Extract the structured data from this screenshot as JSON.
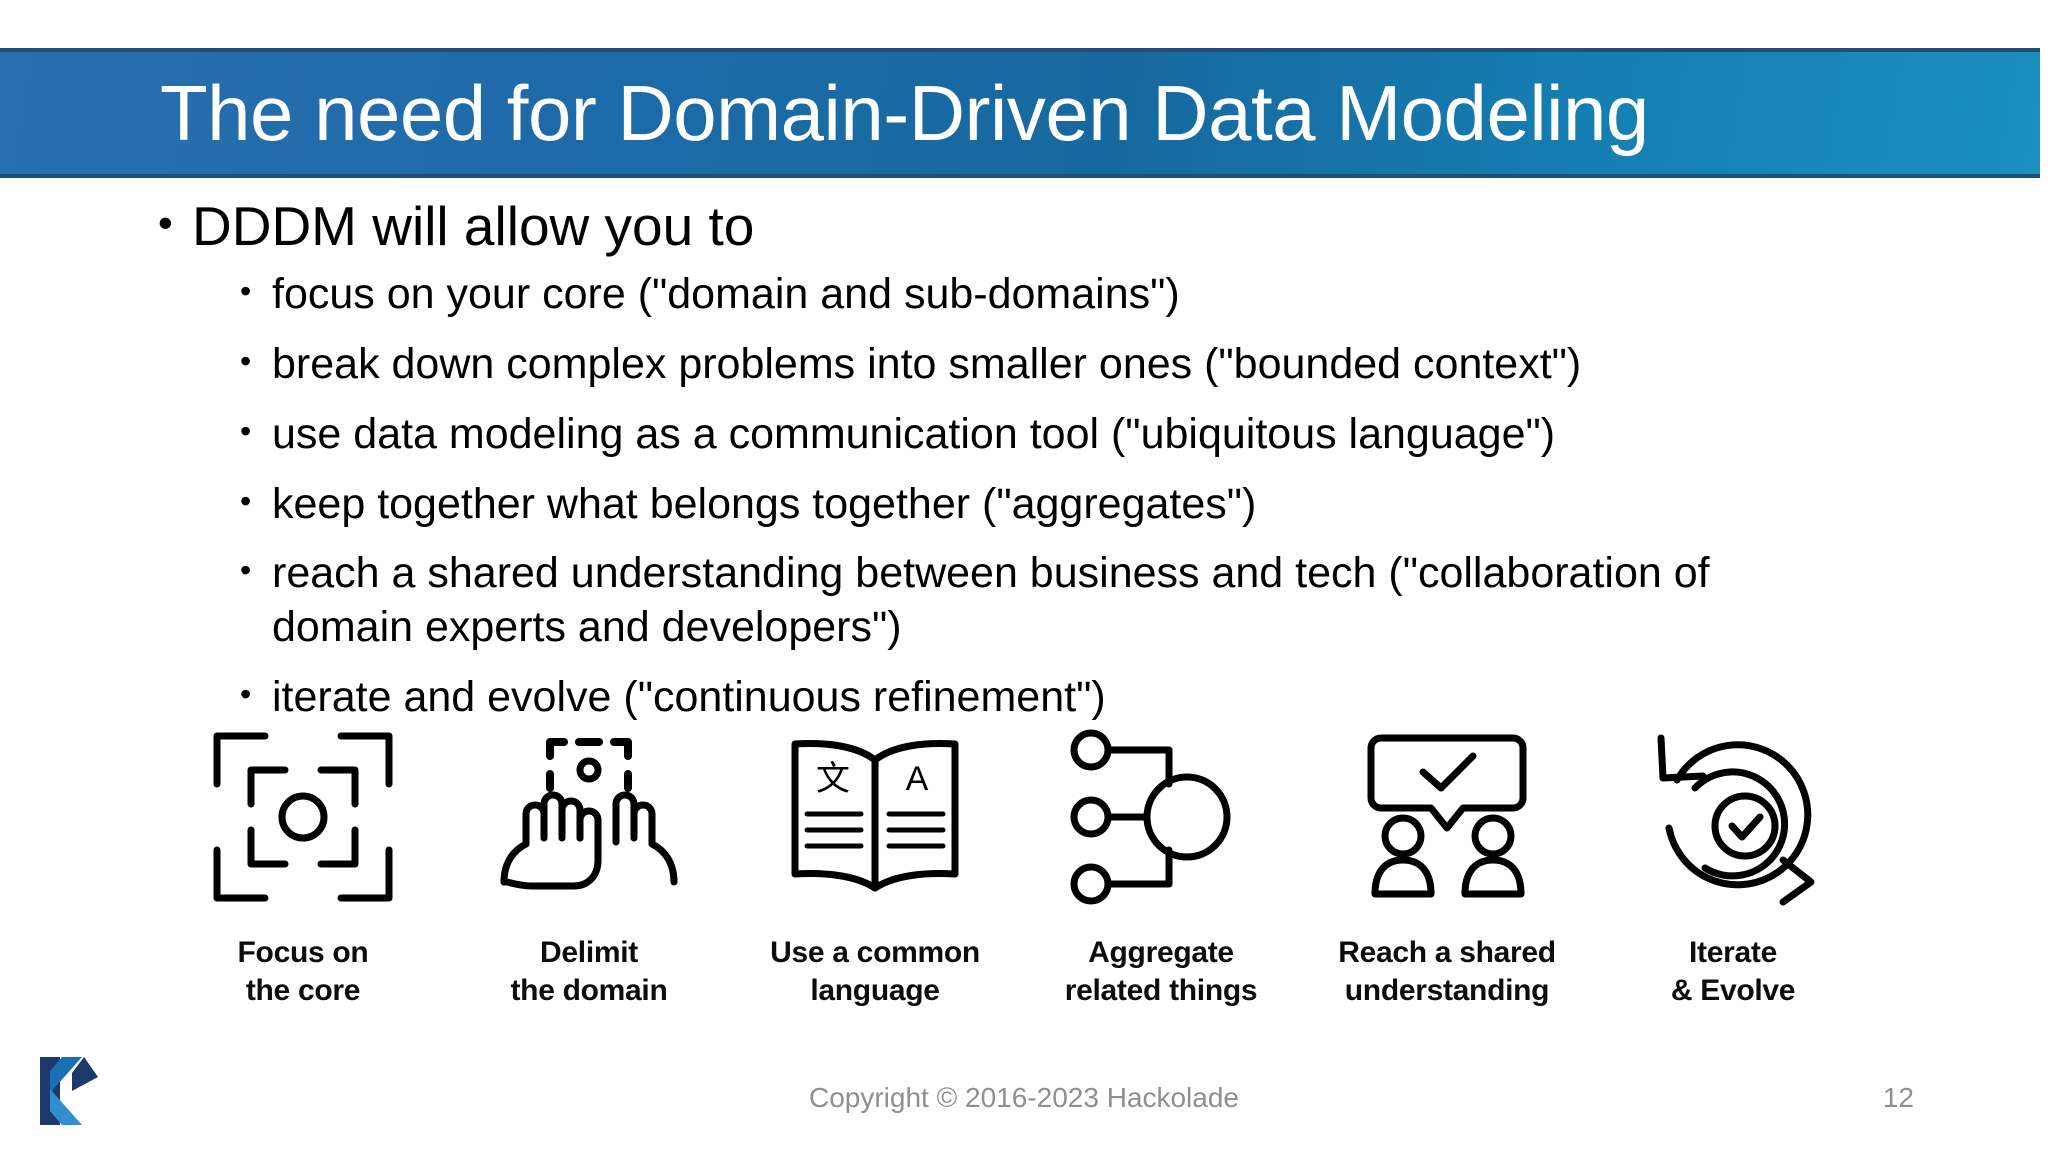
{
  "slide": {
    "title": "The need for Domain-Driven Data Modeling",
    "accent_color": "#1f6fab",
    "title_border_color": "#1f4e79",
    "bullet_glyph": "•"
  },
  "content": {
    "lead_bullet": "DDDM will allow you to",
    "sub_bullets": [
      "focus on your core (\"domain and sub-domains\")",
      "break down complex problems into smaller ones (\"bounded context\")",
      "use data modeling as a communication tool (\"ubiquitous language\")",
      "keep together what belongs together (\"aggregates\")",
      "reach a shared understanding between business and tech (\"collaboration of domain experts and developers\")",
      "iterate and evolve (\"continuous refinement\")"
    ]
  },
  "icons": [
    {
      "name": "focus-target-icon",
      "line1": "Focus on",
      "line2": "the core"
    },
    {
      "name": "hands-frame-icon",
      "line1": "Delimit",
      "line2": "the domain"
    },
    {
      "name": "open-book-icon",
      "line1": "Use a common",
      "line2": "language"
    },
    {
      "name": "aggregate-nodes-icon",
      "line1": "Aggregate",
      "line2": "related things"
    },
    {
      "name": "people-agreement-icon",
      "line1": "Reach a shared",
      "line2": "understanding"
    },
    {
      "name": "iterate-cycle-icon",
      "line1": "Iterate",
      "line2": "& Evolve"
    }
  ],
  "footer": {
    "copyright": "Copyright © 2016-2023 Hackolade",
    "page_number": "12"
  }
}
